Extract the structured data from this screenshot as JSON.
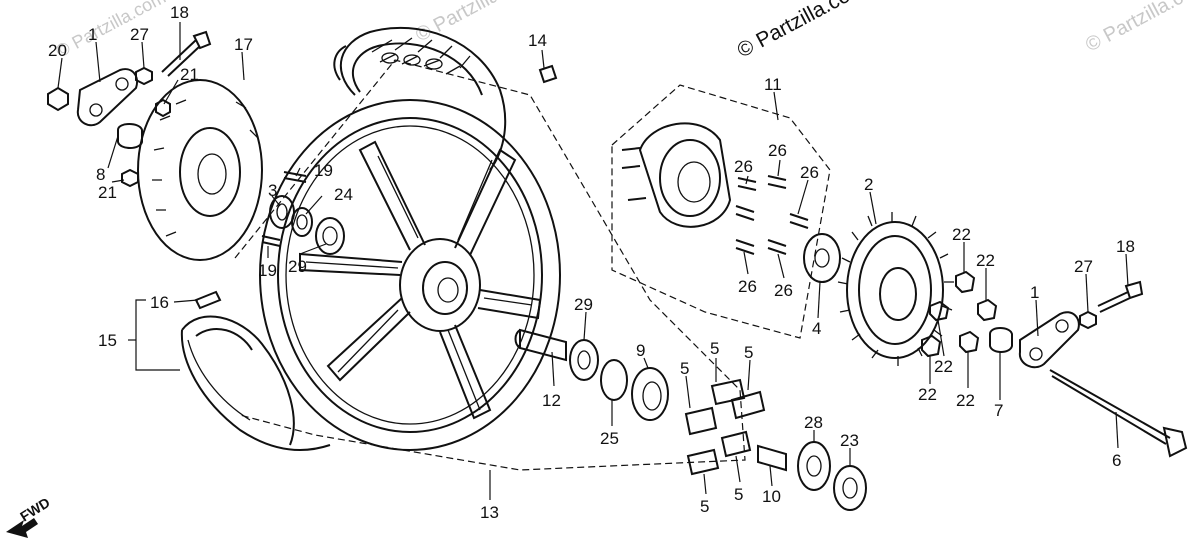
{
  "watermarks": [
    {
      "id": "wm-main",
      "text": "© Partzilla.com"
    },
    {
      "id": "wm-top-center",
      "text": "© Partzilla.com"
    },
    {
      "id": "wm-top-right",
      "text": "© Partzilla.com"
    },
    {
      "id": "wm-top-left",
      "text": "© Partzilla.com"
    }
  ],
  "direction_label": "FWD",
  "callouts": {
    "c20": "20",
    "c1a": "1",
    "c27a": "27",
    "c18a": "18",
    "c17": "17",
    "c21a": "21",
    "c8": "8",
    "c21b": "21",
    "c19a": "19",
    "c3": "3",
    "c24": "24",
    "c19b": "19",
    "c29a": "29",
    "c16": "16",
    "c15": "15",
    "c14": "14",
    "c11": "11",
    "c26a": "26",
    "c26b": "26",
    "c26c": "26",
    "c26d": "26",
    "c26e": "26",
    "c2": "2",
    "c4": "4",
    "c22a": "22",
    "c22b": "22",
    "c22c": "22",
    "c22d": "22",
    "c22e": "22",
    "c1b": "1",
    "c27b": "27",
    "c18b": "18",
    "c7": "7",
    "c6": "6",
    "c29b": "29",
    "c9": "9",
    "c12": "12",
    "c25": "25",
    "c5a": "5",
    "c5b": "5",
    "c5c": "5",
    "c5d": "5",
    "c5e": "5",
    "c10": "10",
    "c28": "28",
    "c23": "23",
    "c13": "13"
  }
}
